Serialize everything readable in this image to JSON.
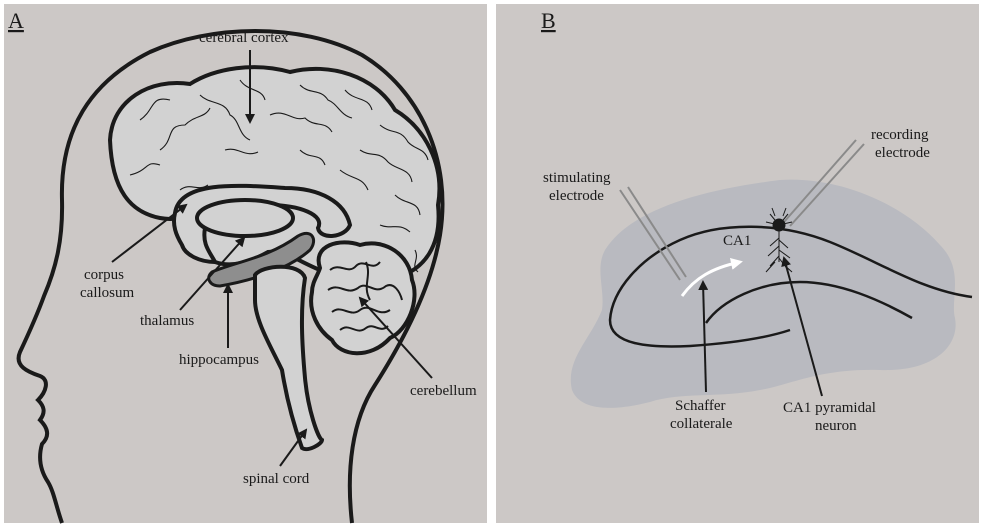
{
  "colors": {
    "panel_background": "#ccc8c6",
    "brain_fill": "#d2d2d2",
    "hippocampus_fill": "#8e8e8e",
    "slice_fill": "#b9bac0",
    "outline": "#1a1a1a",
    "electrode": "#8a8a8a",
    "arrow_highlight": "#ffffff"
  },
  "panel_a": {
    "letter": "A",
    "labels": {
      "cerebral_cortex": "cerebral cortex",
      "corpus_callosum_1": "corpus",
      "corpus_callosum_2": "callosum",
      "thalamus": "thalamus",
      "hippocampus": "hippocampus",
      "cerebellum": "cerebellum",
      "spinal_cord": "spinal cord"
    }
  },
  "panel_b": {
    "letter": "B",
    "labels": {
      "stimulating_1": "stimulating",
      "stimulating_2": "electrode",
      "recording_1": "recording",
      "recording_2": "electrode",
      "ca1": "CA1",
      "schaffer_1": "Schaffer",
      "schaffer_2": "collaterale",
      "pyramidal_1": "CA1 pyramidal",
      "pyramidal_2": "neuron"
    }
  }
}
